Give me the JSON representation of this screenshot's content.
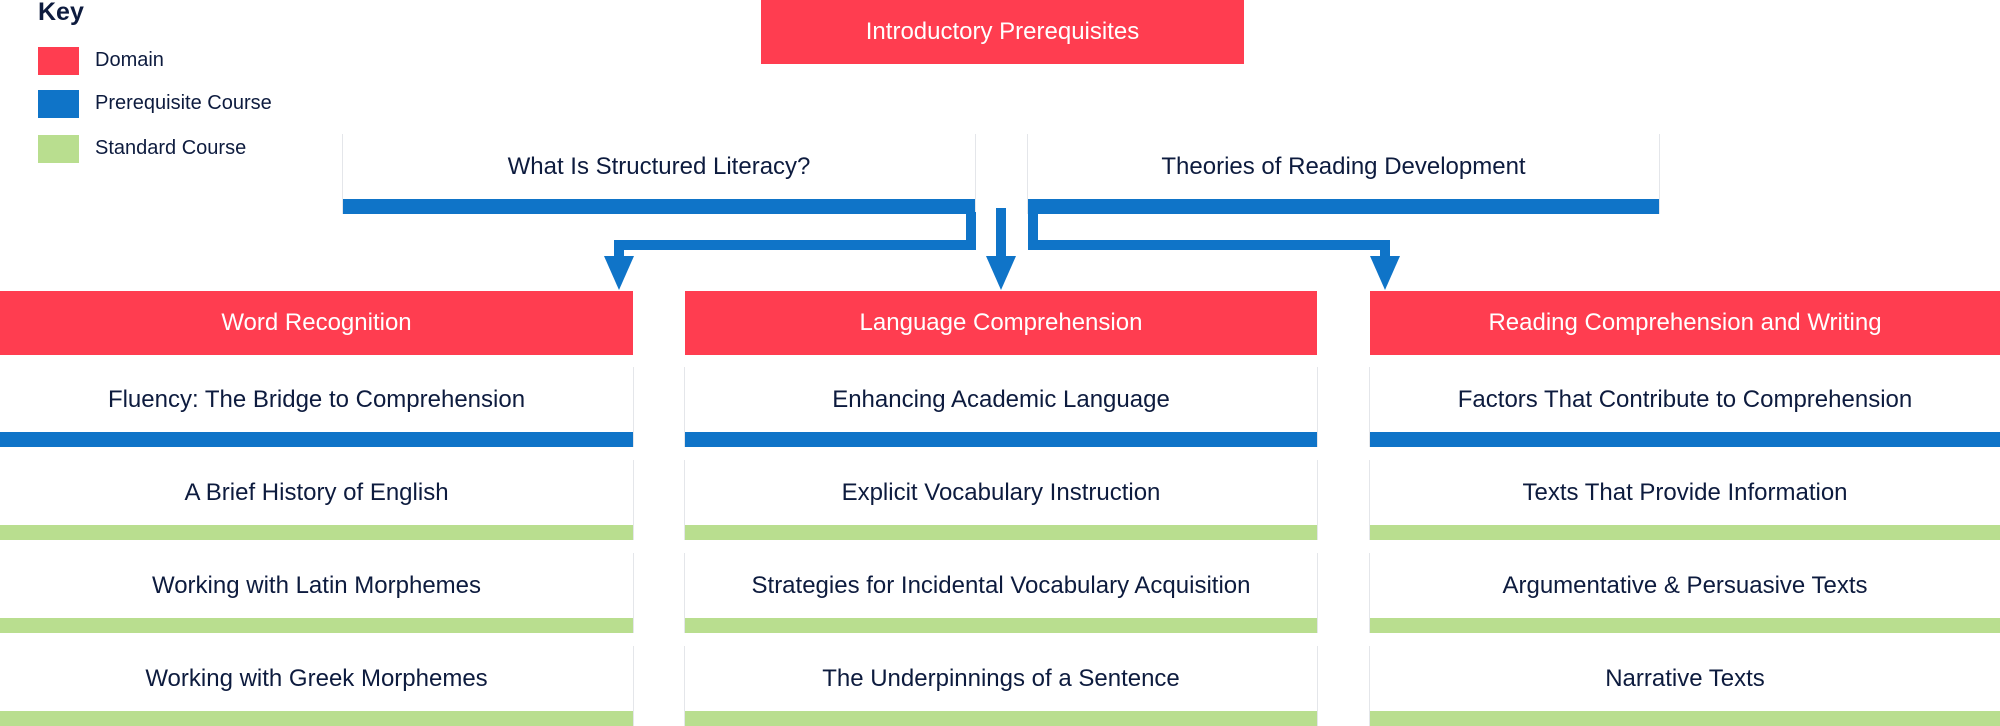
{
  "colors": {
    "domain": "#ff3d50",
    "prerequisite": "#0f74c8",
    "standard": "#b9de8f",
    "text": "#0d1b3e"
  },
  "key": {
    "title": "Key",
    "items": [
      {
        "label": "Domain",
        "type": "domain"
      },
      {
        "label": "Prerequisite Course",
        "type": "prerequisite"
      },
      {
        "label": "Standard Course",
        "type": "standard"
      }
    ]
  },
  "intro": {
    "title": "Introductory Prerequisites",
    "courses": [
      "What Is Structured Literacy?",
      "Theories of Reading Development"
    ]
  },
  "domains": [
    {
      "title": "Word Recognition",
      "courses": [
        {
          "label": "Fluency: The Bridge to Comprehension",
          "type": "prerequisite"
        },
        {
          "label": "A Brief History of English",
          "type": "standard"
        },
        {
          "label": "Working with Latin Morphemes",
          "type": "standard"
        },
        {
          "label": "Working with Greek Morphemes",
          "type": "standard"
        }
      ]
    },
    {
      "title": "Language Comprehension",
      "courses": [
        {
          "label": "Enhancing Academic Language",
          "type": "prerequisite"
        },
        {
          "label": "Explicit Vocabulary Instruction",
          "type": "standard"
        },
        {
          "label": "Strategies for Incidental Vocabulary Acquisition",
          "type": "standard"
        },
        {
          "label": "The Underpinnings of a Sentence",
          "type": "standard"
        }
      ]
    },
    {
      "title": "Reading Comprehension and Writing",
      "courses": [
        {
          "label": "Factors That Contribute to Comprehension",
          "type": "prerequisite"
        },
        {
          "label": "Texts That Provide Information",
          "type": "standard"
        },
        {
          "label": "Argumentative & Persuasive Texts",
          "type": "standard"
        },
        {
          "label": "Narrative Texts",
          "type": "standard"
        }
      ]
    }
  ]
}
